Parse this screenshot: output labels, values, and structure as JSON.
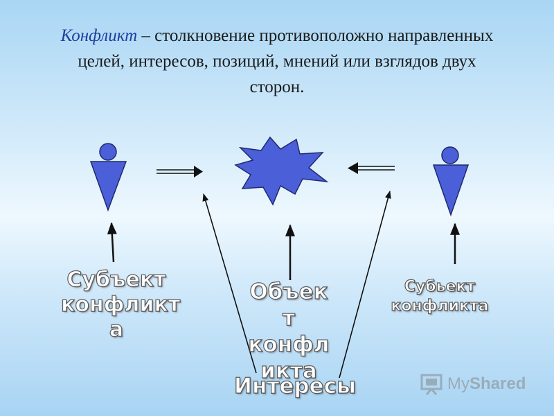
{
  "title": {
    "term": "Конфликт",
    "rest": " – столкновение противоположно направленных целей, интересов, позиций, мнений или взглядов двух сторон."
  },
  "labels": {
    "left_subject": "Субъект\nконфликт\nа",
    "object": "Объек\nт\nконфл\nикта",
    "right_subject": "Субьект\nконфликта",
    "interests": "Интересы"
  },
  "logo": {
    "part1": "My",
    "part2": "Shared",
    "icon": "presentation-board-icon"
  },
  "colors": {
    "shape_fill": "#4a5fd8",
    "shape_stroke": "#1e2a6e",
    "term_text": "#1f3f9e",
    "arrow": "#111111"
  }
}
